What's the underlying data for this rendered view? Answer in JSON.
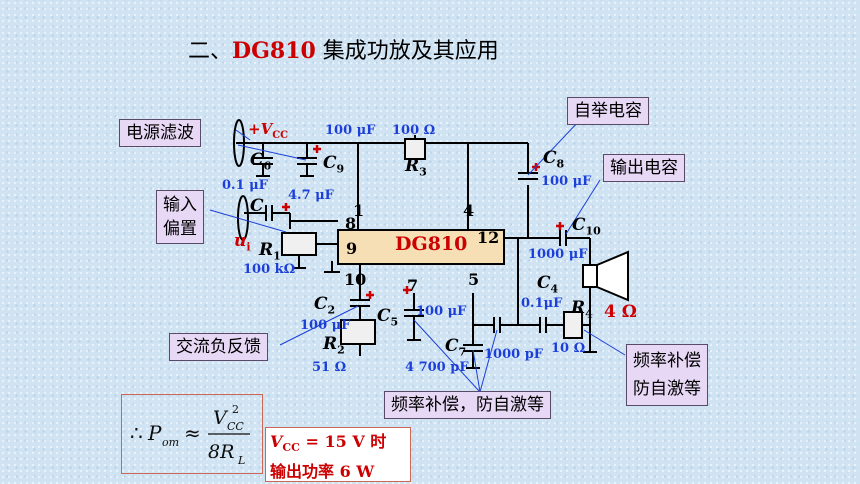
{
  "title": {
    "prefix": "二、",
    "chip": "DG810",
    "suffix": " 集成功放及其应用"
  },
  "chip_label": "DG810",
  "callouts": {
    "power_filter": "电源滤波",
    "input_bias_1": "输入",
    "input_bias_2": "偏置",
    "bootstrap": "自举电容",
    "output_cap": "输出电容",
    "ac_feedback": "交流负反馈",
    "freq_comp_right_1": "频率补偿",
    "freq_comp_right_2": "防自激等",
    "freq_comp_bottom": "频率补偿，防自激等"
  },
  "components": {
    "c6": "C",
    "c6_sub": "6",
    "c9": "C",
    "c9_sub": "9",
    "r3": "R",
    "r3_sub": "3",
    "c8": "C",
    "c8_sub": "8",
    "c": "C",
    "r1": "R",
    "r1_sub": "1",
    "c10": "C",
    "c10_sub": "10",
    "c4": "C",
    "c4_sub": "4",
    "r4": "R",
    "r4_sub": "4",
    "c2": "C",
    "c2_sub": "2",
    "c5": "C",
    "c5_sub": "5",
    "r2": "R",
    "r2_sub": "2",
    "c7": "C",
    "c7_sub": "7"
  },
  "values": {
    "c9_val": "100 μF",
    "r3_val": "100 Ω",
    "c6_val": "0.1 μF",
    "c9_small": "4.7 μF",
    "c8_val": "100 μF",
    "r1_val": "100 kΩ",
    "c10_val": "1000 μF",
    "c4_val": "0.1μF",
    "r4_val": "10 Ω",
    "c2_val": "100 μF",
    "c5_val": "100 μF",
    "c7_val": "1000 pF",
    "c7_big": "4 700 pF",
    "r2_val": "51 Ω",
    "load": "4 Ω"
  },
  "pins": [
    "1",
    "4",
    "8",
    "9",
    "12",
    "10",
    "7",
    "5"
  ],
  "vcc": {
    "v": "+V",
    "sub": "CC"
  },
  "ui": {
    "u": "u",
    "sub": "i"
  },
  "formula": {
    "therefore": "∴",
    "lhs": "P",
    "lhs_sub": "om",
    "approx": "≈",
    "num": "V",
    "num_sub": "CC",
    "num_sup": "2",
    "den": "8R",
    "den_sub": "L"
  },
  "note": {
    "line1_v": "V",
    "line1_sub": "CC",
    "line1_rest": " = 15 V 时",
    "line2": "输出功率 6 W"
  },
  "colors": {
    "accent_red": "#cc0000",
    "value_blue": "#1b3fd8",
    "callout_bg": "#e7d8f5",
    "chip_bg": "#f6dfb4"
  }
}
